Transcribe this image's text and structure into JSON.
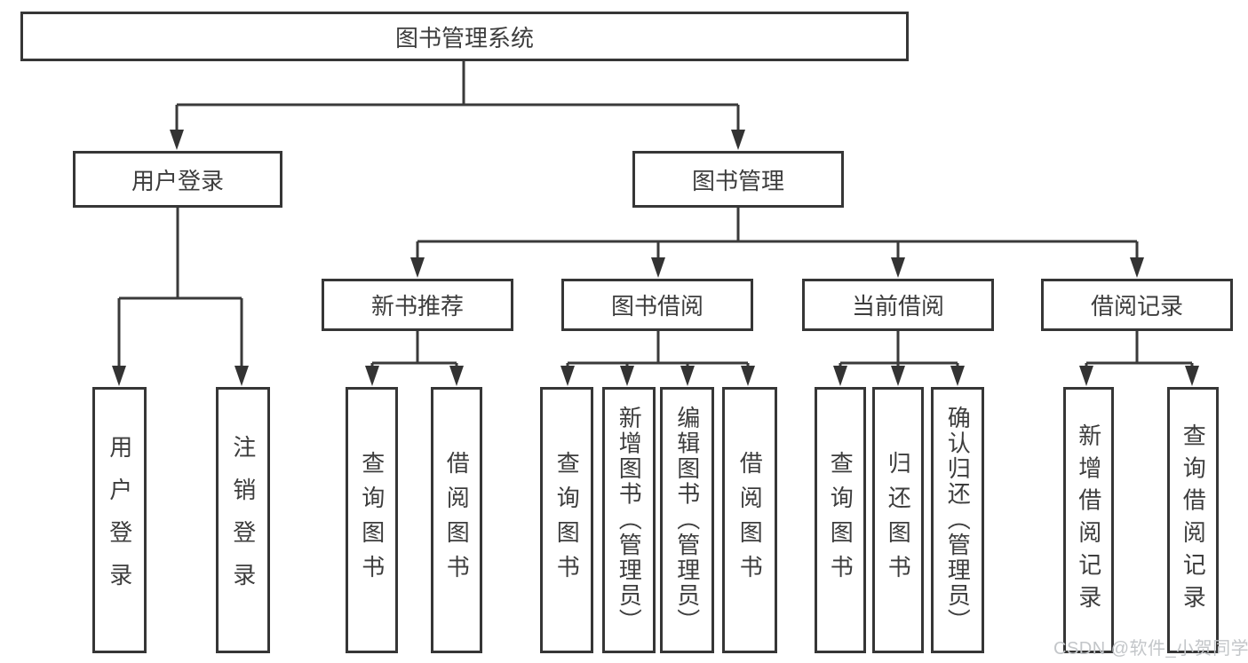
{
  "diagram": {
    "root": {
      "label": "图书管理系统"
    },
    "branches": [
      {
        "label": "用户登录",
        "leaves": [
          "用户登录",
          "注销登录"
        ]
      },
      {
        "label": "图书管理",
        "groups": [
          {
            "label": "新书推荐",
            "leaves": [
              "查询图书",
              "借阅图书"
            ]
          },
          {
            "label": "图书借阅",
            "leaves": [
              "查询图书",
              "新增图书（管理员）",
              "编辑图书（管理员）",
              "借阅图书"
            ]
          },
          {
            "label": "当前借阅",
            "leaves": [
              "查询图书",
              "归还图书",
              "确认归还（管理员）"
            ]
          },
          {
            "label": "借阅记录",
            "leaves": [
              "新增借阅记录",
              "查询借阅记录"
            ]
          }
        ]
      }
    ]
  },
  "watermark": {
    "text": "CSDN @软件_小贺同学",
    "color": "#c3c6c9"
  },
  "colors": {
    "line": "#3a3a3a",
    "arrow": "#333333",
    "box_border": "#363636",
    "text": "#3d3d3d",
    "background": "#ffffff"
  }
}
